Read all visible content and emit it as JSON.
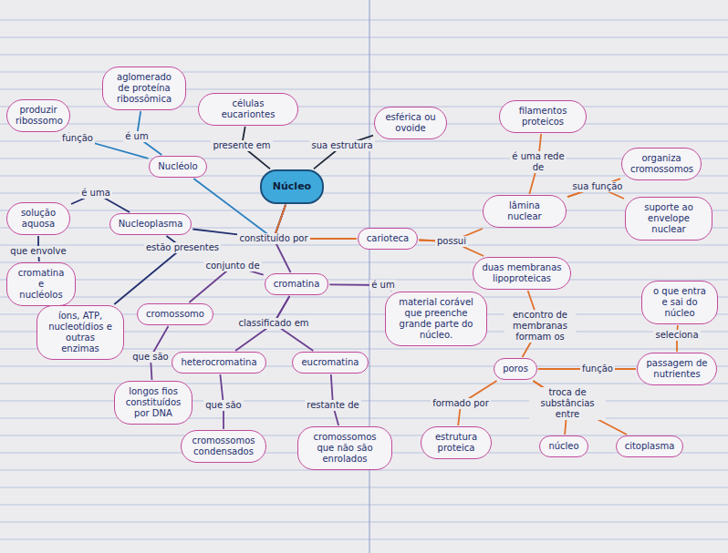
{
  "diagram": {
    "nodes": [
      {
        "text": [
          "Núcleo"
        ]
      },
      {
        "text": [
          "células eucariontes"
        ]
      },
      {
        "text": [
          "esférica ou ovoide"
        ]
      },
      {
        "text": [
          "Nucléolo"
        ]
      },
      {
        "text": [
          "aglomerado de proteína ribossômica"
        ]
      },
      {
        "text": [
          "produzir ribossomo"
        ]
      },
      {
        "text": [
          "Nucleoplasma"
        ]
      },
      {
        "text": [
          "solução aquosa"
        ]
      },
      {
        "text": [
          "cromatina e nucléolos"
        ]
      },
      {
        "text": [
          "íons, ATP, nucleotídios e outras enzimas"
        ]
      },
      {
        "text": [
          "cromatina"
        ]
      },
      {
        "text": [
          "cromossomo"
        ]
      },
      {
        "text": [
          "longos fios constituídos por DNA"
        ]
      },
      {
        "text": [
          "heterocromatina"
        ]
      },
      {
        "text": [
          "cromossomos condensados"
        ]
      },
      {
        "text": [
          "eucromatina"
        ]
      },
      {
        "text": [
          "cromossomos que não são enrolados"
        ]
      },
      {
        "text": [
          "material corável que preenche grande parte do núcleo."
        ]
      },
      {
        "text": [
          "carioteca"
        ]
      },
      {
        "text": [
          "lâmina nuclear"
        ]
      },
      {
        "text": [
          "filamentos proteicos"
        ]
      },
      {
        "text": [
          "organiza cromossomos"
        ]
      },
      {
        "text": [
          "suporte ao envelope nuclear"
        ]
      },
      {
        "text": [
          "duas membranas lipoproteicas"
        ]
      },
      {
        "text": [
          "poros"
        ]
      },
      {
        "text": [
          "o que entra e sai do núcleo"
        ]
      },
      {
        "text": [
          "passagem de nutrientes"
        ]
      },
      {
        "text": [
          "estrutura proteica"
        ]
      },
      {
        "text": [
          "núcleo"
        ]
      },
      {
        "text": [
          "citoplasma"
        ]
      }
    ],
    "edges": [
      {
        "from": 0,
        "to": 1,
        "label": "presente em",
        "arrow": "none"
      },
      {
        "from": 0,
        "to": 2,
        "label": "sua estrutura",
        "arrow": "none"
      },
      {
        "from": 0,
        "to": 6,
        "label": "constituído por",
        "arrow": "none"
      },
      {
        "from": 0,
        "to": 3,
        "arrow": "none"
      },
      {
        "from": 0,
        "to": 10,
        "arrow": "none"
      },
      {
        "from": 0,
        "to": 18,
        "arrow": "none"
      },
      {
        "from": 3,
        "to": 4,
        "label": "é um",
        "arrow": "none"
      },
      {
        "from": 3,
        "to": 5,
        "label": "função",
        "arrow": "none"
      },
      {
        "from": 6,
        "to": 7,
        "label": "é uma",
        "arrow": "none"
      },
      {
        "from": 7,
        "to": 8,
        "label": "que envolve",
        "arrow": "none"
      },
      {
        "from": 6,
        "to": 9,
        "label": "estão presentes",
        "arrow": "none"
      },
      {
        "from": 10,
        "to": 11,
        "label": "conjunto de",
        "arrow": "none"
      },
      {
        "from": 11,
        "to": 12,
        "label": "que são",
        "arrow": "none"
      },
      {
        "from": 10,
        "to": 13,
        "label": "classificado em",
        "arrow": "none"
      },
      {
        "from": 10,
        "to": 15,
        "arrow": "none"
      },
      {
        "from": 13,
        "to": 14,
        "label": "que são",
        "arrow": "none"
      },
      {
        "from": 15,
        "to": 16,
        "label": "restante de",
        "arrow": "none"
      },
      {
        "from": 10,
        "to": 17,
        "label": "é um",
        "arrow": "none"
      },
      {
        "from": 18,
        "to": 19,
        "label": "possui",
        "arrow": "none"
      },
      {
        "from": 18,
        "to": 23,
        "arrow": "none"
      },
      {
        "from": 19,
        "to": 20,
        "label": "é uma rede de",
        "arrow": "none"
      },
      {
        "from": 19,
        "to": 21,
        "label": "sua função",
        "arrow": "none"
      },
      {
        "from": 19,
        "to": 22,
        "arrow": "none"
      },
      {
        "from": 23,
        "to": 24,
        "label": "encontro de membranas formam os",
        "arrow": "none"
      },
      {
        "from": 24,
        "to": 26,
        "label": "função",
        "arrow": "none"
      },
      {
        "from": 26,
        "to": 25,
        "label": "seleciona",
        "arrow": "none"
      },
      {
        "from": 24,
        "to": 27,
        "label": "formado por",
        "arrow": "none"
      },
      {
        "from": 24,
        "to": 28,
        "label": "troca de substâncias entre",
        "arrow": "none"
      },
      {
        "from": 24,
        "to": 29,
        "arrow": "none"
      }
    ]
  }
}
